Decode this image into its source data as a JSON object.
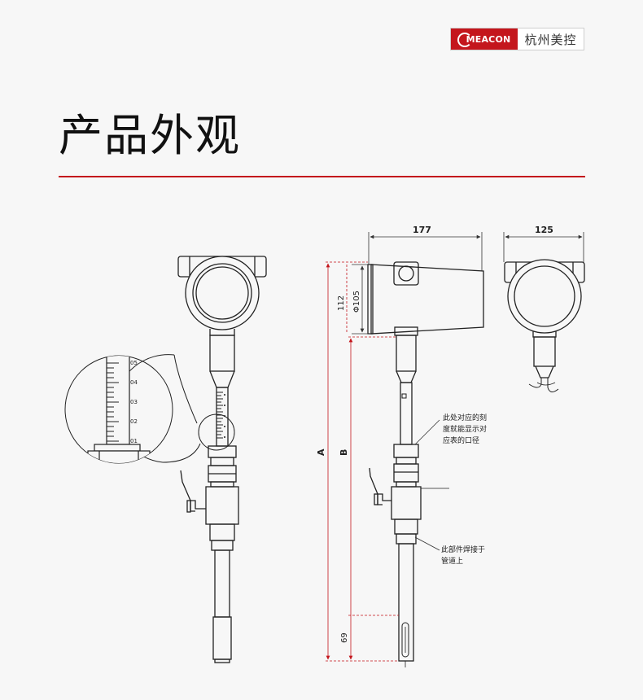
{
  "header": {
    "logo_text": "MEACON",
    "company_name": "杭州美控"
  },
  "page_title": "产品外观",
  "drawing": {
    "dimensions": {
      "width_front": "177",
      "width_side": "125",
      "head_height": "112",
      "head_diameter": "Φ105",
      "label_a": "A",
      "label_b": "B",
      "tip_length": "69"
    },
    "scale_ticks": [
      "05",
      "04",
      "03",
      "02",
      "01"
    ],
    "annotations": {
      "scale_note_line1": "此处对应的刻",
      "scale_note_line2": "度就能显示对",
      "scale_note_line3": "应表的口径",
      "weld_note_line1": "此部件焊接于",
      "weld_note_line2": "管道上"
    }
  }
}
